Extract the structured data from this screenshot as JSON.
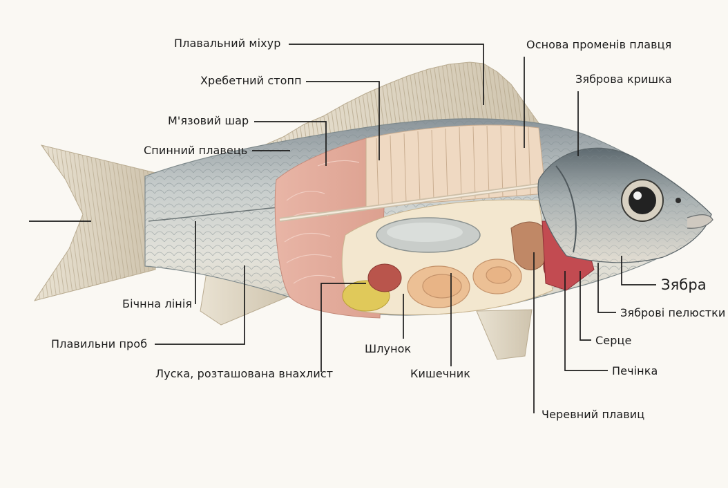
{
  "labels": {
    "swim_bladder": "Плавальний міхур",
    "spinal_column": "Хребетний стопп",
    "fin_ray_base": "Основа променів плавця",
    "gill_cover": "Зяброва кришка",
    "muscle_layer": "М'язовий шар",
    "dorsal_fin": "Спинний плавець",
    "lateral_line": "Бічнна лінія",
    "fin_rays": "Плавильни проб",
    "scales": "Луска, розташована внахлист",
    "stomach": "Шлунок",
    "intestine": "Кишечник",
    "pelvic_fin": "Черевний плавиц",
    "liver": "Печінка",
    "heart": "Серце",
    "gill_filaments": "Зяброві пелюстки",
    "gill": "Зябра"
  }
}
